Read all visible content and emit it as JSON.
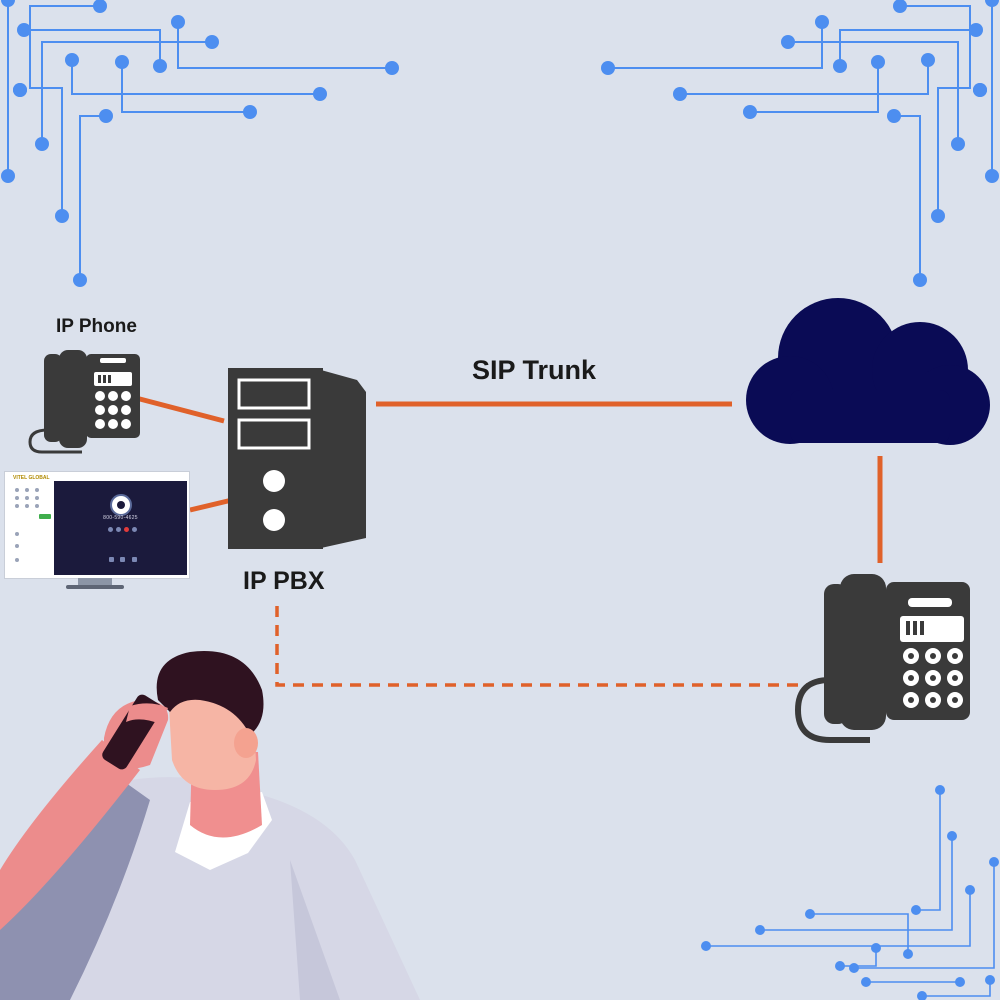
{
  "labels": {
    "ip_phone": "IP Phone",
    "sip_trunk": "SIP Trunk",
    "ip_pbx": "IP PBX"
  },
  "softphone_screen": {
    "brand": "VITEL GLOBAL",
    "number": "800-590-4625"
  },
  "colors": {
    "background": "#dbe1ec",
    "circuit": "#4d8ef0",
    "link": "#e0612a",
    "device": "#3a3a3a",
    "cloud": "#0a0b55"
  },
  "icons": [
    "ip-phone-icon",
    "softphone-monitor-icon",
    "pbx-server-icon",
    "cloud-icon",
    "desk-phone-icon",
    "person-on-call-icon"
  ]
}
